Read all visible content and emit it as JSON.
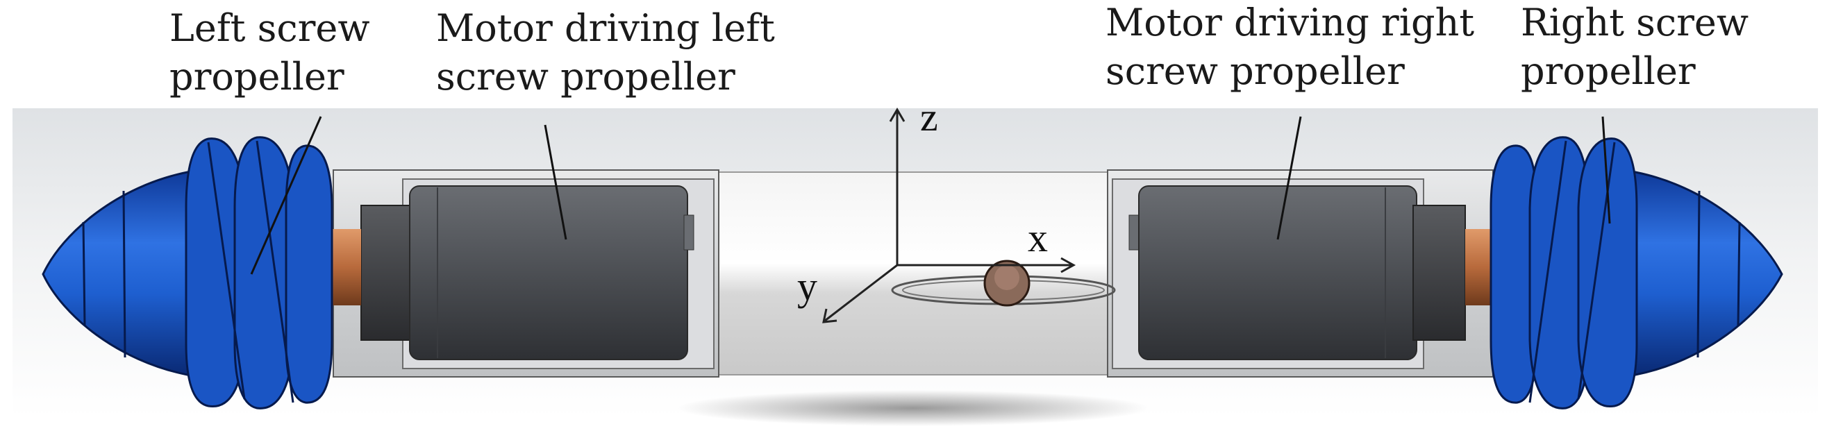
{
  "labels": {
    "left_propeller": [
      "Left screw",
      "propeller"
    ],
    "left_motor": [
      "Motor driving left",
      "screw propeller"
    ],
    "right_motor": [
      "Motor driving right",
      "screw propeller"
    ],
    "right_propeller": [
      "Right screw",
      "propeller"
    ]
  },
  "axes": {
    "z": "z",
    "x": "x",
    "y": "y"
  },
  "colors": {
    "propeller": "#1d5fd1",
    "motor": "#4a4d52",
    "housing": "#d4d6d8",
    "shaft": "#b86a3c",
    "background_band": "#e8eaec"
  }
}
